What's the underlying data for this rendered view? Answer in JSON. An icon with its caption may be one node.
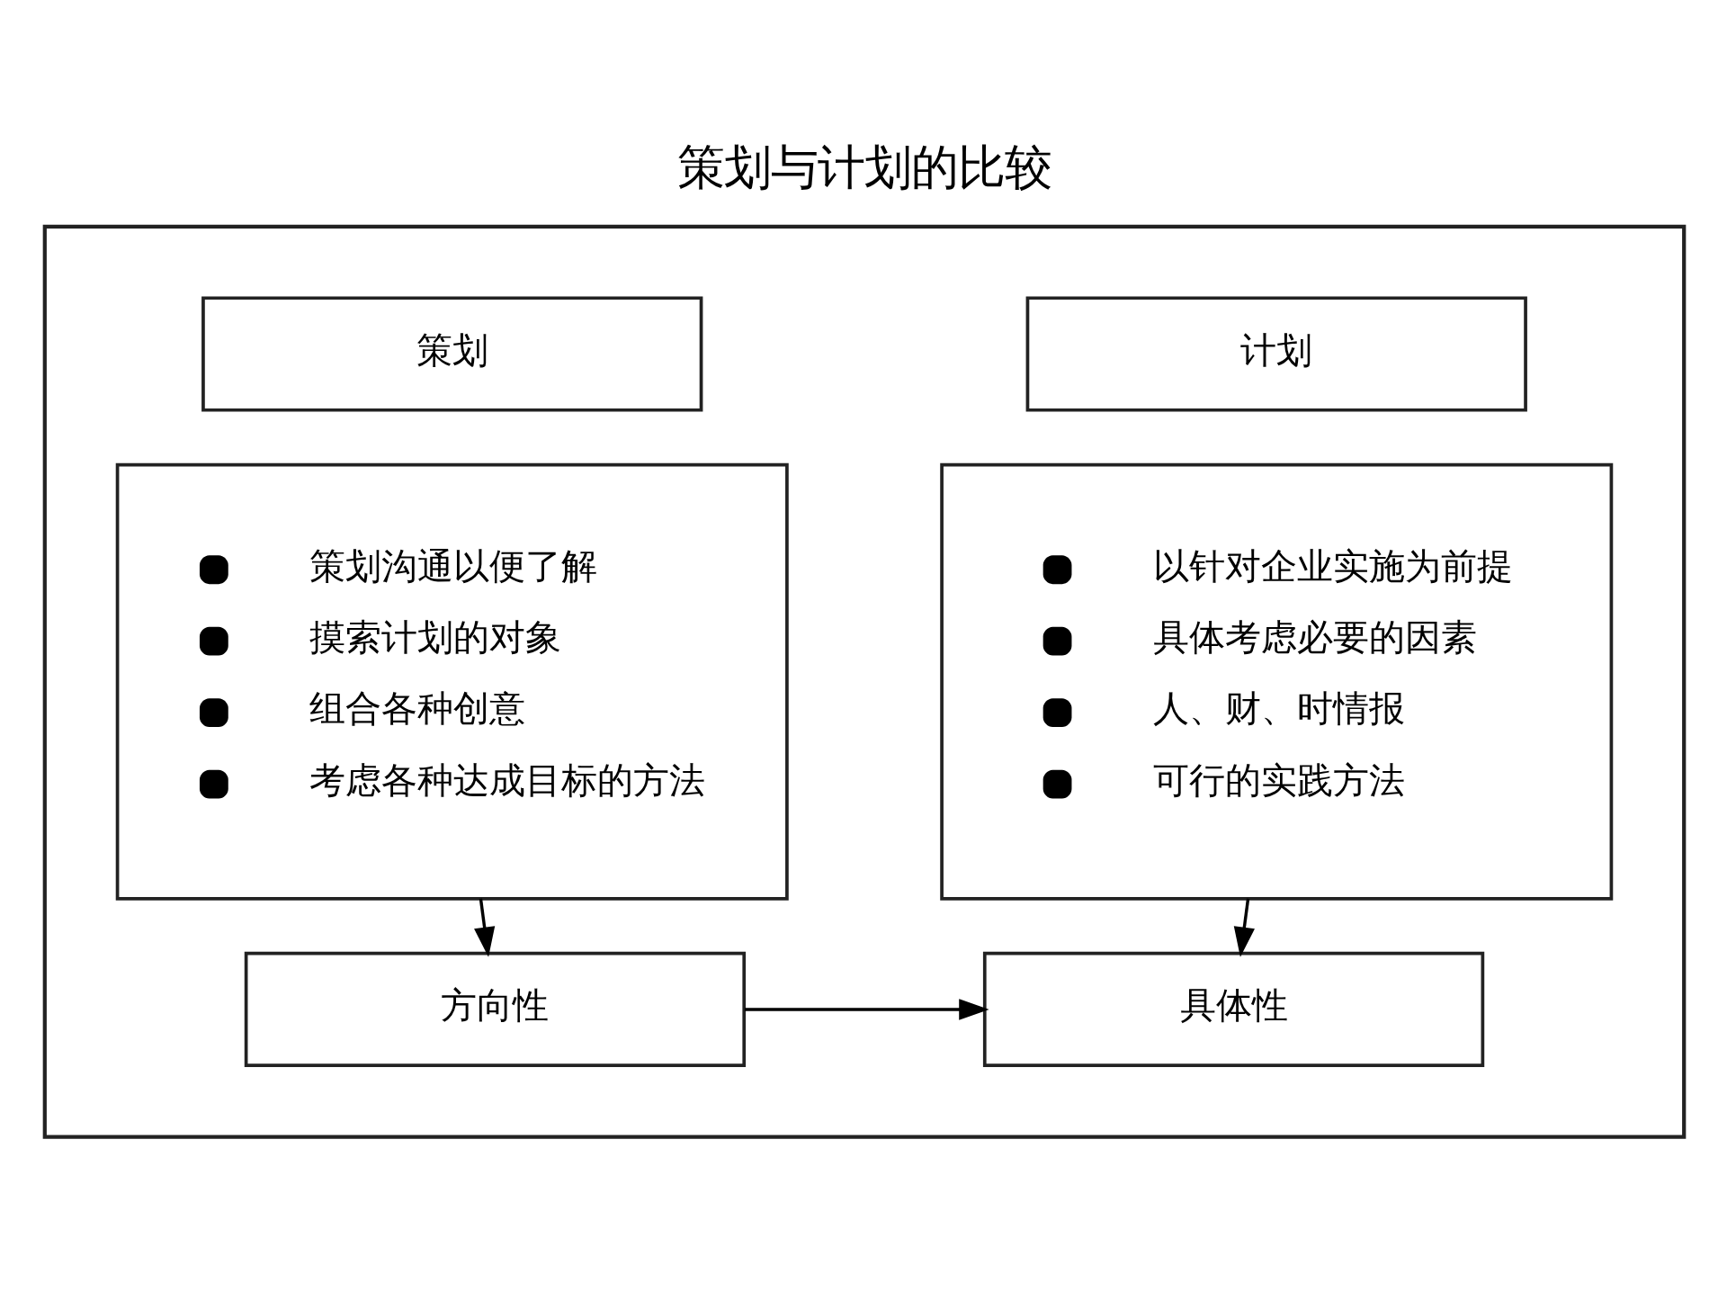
{
  "diagram": {
    "title": "策划与计划的比较",
    "nodes": [
      {
        "text": [],
        "shape": "box"
      },
      {
        "text": [
          "策划"
        ],
        "in": 0
      },
      {
        "text": [
          "计划"
        ],
        "in": 0
      },
      {
        "text": [
          "策划沟通以便了解",
          "摸索计划的对象",
          "组合各种创意",
          "考虑各种达成目标的方法"
        ],
        "in": 0
      },
      {
        "text": [
          "以针对企业实施为前提",
          "具体考虑必要的因素",
          "人、财、时情报",
          "可行的实践方法"
        ],
        "in": 0
      },
      {
        "text": [
          "方向性"
        ],
        "in": 0
      },
      {
        "text": [
          "具体性"
        ],
        "in": 0
      }
    ],
    "edges": [
      {
        "from": 3,
        "to": 5,
        "arrow": "to"
      },
      {
        "from": 4,
        "to": 6,
        "arrow": "to"
      },
      {
        "from": 5,
        "to": 6,
        "arrow": "to"
      }
    ]
  }
}
